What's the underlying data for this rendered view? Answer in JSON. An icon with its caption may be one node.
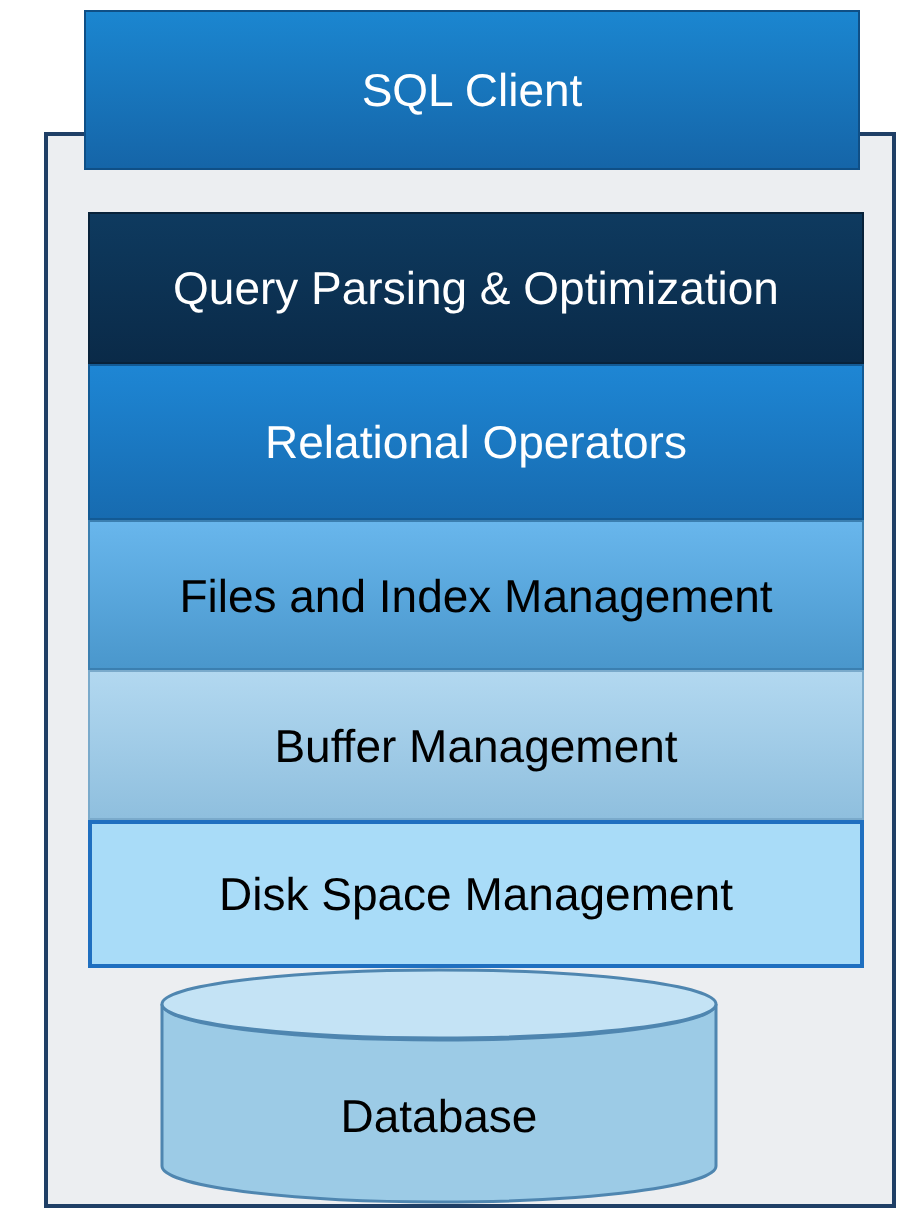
{
  "diagram": {
    "nodes": [
      {
        "text": [
          "SQL Client"
        ]
      },
      {
        "text": [],
        "shape": "box"
      },
      {
        "text": [
          "Query Parsing & Optimization"
        ],
        "in": 1
      },
      {
        "text": [
          "Relational Operators"
        ],
        "in": 1
      },
      {
        "text": [
          "Files and Index Management"
        ],
        "in": 1
      },
      {
        "text": [
          "Buffer Management"
        ],
        "in": 1
      },
      {
        "text": [
          "Disk Space Management"
        ],
        "in": 1
      },
      {
        "text": [
          "Database"
        ],
        "in": 1
      }
    ]
  }
}
